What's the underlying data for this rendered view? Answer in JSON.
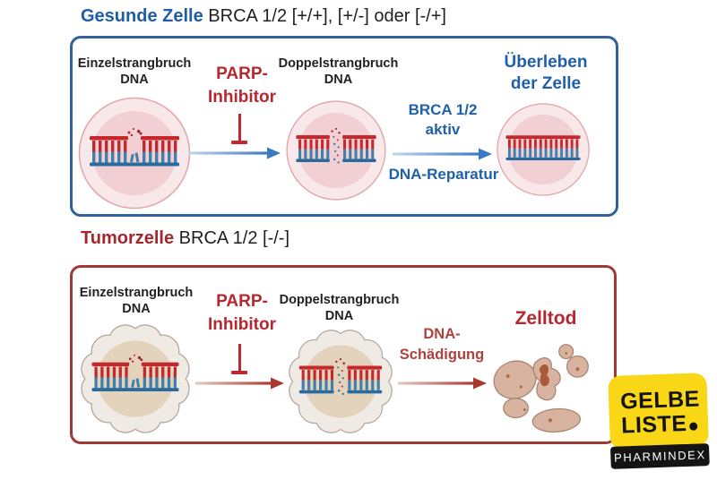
{
  "healthy_section": {
    "title_highlight": "Gesunde Zelle",
    "title_rest": "BRCA 1/2 [+/+], [+/-] oder [-/+]",
    "cell1_label": "Einzelstrangbruch DNA",
    "parp_line1": "PARP-",
    "parp_line2": "Inhibitor",
    "cell2_label": "Doppelstrangbruch DNA",
    "repair_line1": "BRCA 1/2",
    "repair_line2": "aktiv",
    "repair_bottom": "DNA-Reparatur",
    "outcome": "Überleben der Zelle"
  },
  "tumor_section": {
    "title_highlight": "Tumorzelle",
    "title_rest": "BRCA 1/2 [-/-]",
    "cell1_label": "Einzelstrangbruch DNA",
    "parp_line1": "PARP-",
    "parp_line2": "Inhibitor",
    "cell2_label": "Doppelstrangbruch DNA",
    "damage_line1": "DNA-",
    "damage_line2": "Schädigung",
    "outcome": "Zelltod"
  },
  "logo": {
    "line1": "GELBE",
    "line2": "LISTE",
    "subtitle": "PHARMINDEX"
  },
  "colors": {
    "accent_blue": "#2060a8",
    "accent_red": "#b5282e",
    "muted_red": "#ae423e",
    "box_blue_border": "#30619d",
    "box_red_border": "#9d3a37",
    "cell_pink_outer": "#f9e8e9",
    "cell_pink_inner": "#f1cfd2",
    "tumor_outer": "#f0eae4",
    "tumor_inner": "#e4d3bc",
    "dna_red": "#c2282c",
    "dna_blue": "#2a6b9d",
    "logo_yellow": "#f9d616",
    "logo_black": "#141414"
  }
}
